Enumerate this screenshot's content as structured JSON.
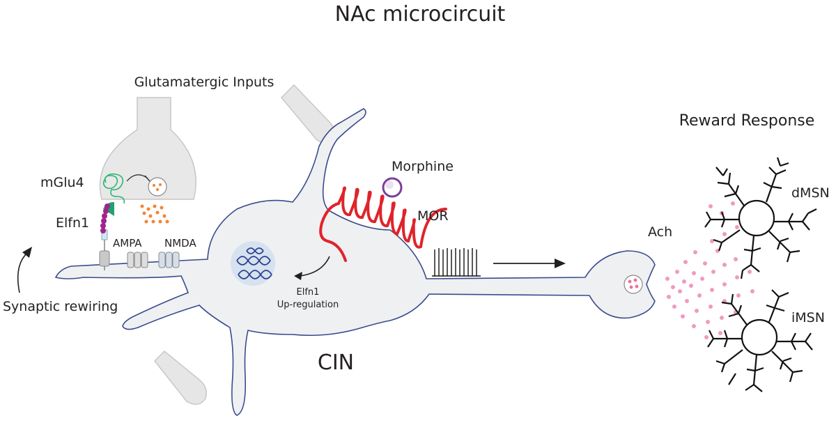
{
  "title": "NAc microcircuit",
  "labels": {
    "glutamatergic_inputs": "Glutamatergic Inputs",
    "mglu4": "mGlu4",
    "elfn1": "Elfn1",
    "ampa": "AMPA",
    "nmda": "NMDA",
    "synaptic_rewiring": "Synaptic rewiring",
    "morphine": "Morphine",
    "mor": "MOR",
    "elfn1_small": "Elfn1",
    "up_regulation": "Up-regulation",
    "cin": "CIN",
    "ach": "Ach",
    "reward_response": "Reward Response",
    "dmsn": "dMSN",
    "imsn": "iMSN"
  },
  "colors": {
    "neuron_outline": "#3a4a8c",
    "neuron_fill": "#eef0f2",
    "terminal_fill": "#e6e6e6",
    "mor_red": "#e0232b",
    "morphine_purple": "#7b3f98",
    "mglu4_green": "#2bb673",
    "elfn1_magenta": "#a3238e",
    "glutamate_orange": "#f48434",
    "ach_pink": "#f09ac0",
    "dna_blue": "#2e3f8f"
  }
}
